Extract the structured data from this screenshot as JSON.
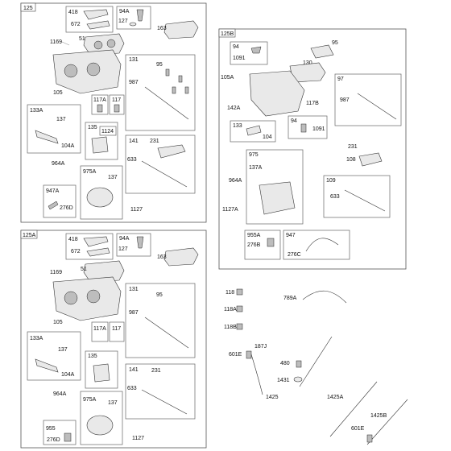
{
  "panels": {
    "p125": {
      "tag": "125"
    },
    "p125b": {
      "tag": "125B"
    },
    "p125a": {
      "tag": "125A"
    }
  },
  "labels_125": {
    "l418": "418",
    "l672": "672",
    "l94a": "94A",
    "l127": "127",
    "l163": "163",
    "l1169": "1169",
    "l51": "51",
    "l131": "131",
    "l95": "95",
    "l987": "987",
    "l105": "105",
    "l133a": "133A",
    "l137": "137",
    "l104a": "104A",
    "l117a": "117A",
    "l117": "117",
    "l135": "135",
    "l1124": "1124",
    "l141": "141",
    "l231": "231",
    "l633": "633",
    "l964a": "964A",
    "l975a": "975A",
    "l137b": "137",
    "l947a": "947A",
    "l276d": "276D",
    "l1127": "1127"
  },
  "labels_125b": {
    "l95": "95",
    "l94": "94",
    "l1091": "1091",
    "l130": "130",
    "l105a": "105A",
    "l97": "97",
    "l987": "987",
    "l142a": "142A",
    "l117b": "117B",
    "l133": "133",
    "l104": "104",
    "l94b": "94",
    "l1091b": "1091",
    "l975": "975",
    "l137a": "137A",
    "l231": "231",
    "l108": "108",
    "l964a": "964A",
    "l109": "109",
    "l633": "633",
    "l1127a": "1127A",
    "l955a": "955A",
    "l276b": "276B",
    "l947": "947",
    "l276c": "276C"
  },
  "labels_125a": {
    "l418": "418",
    "l672": "672",
    "l94a": "94A",
    "l127": "127",
    "l163": "163",
    "l1169": "1169",
    "l51": "51",
    "l131": "131",
    "l95": "95",
    "l987": "987",
    "l105": "105",
    "l133a": "133A",
    "l137": "137",
    "l104a": "104A",
    "l117a": "117A",
    "l117": "117",
    "l135": "135",
    "l141": "141",
    "l231": "231",
    "l633": "633",
    "l964a": "964A",
    "l975a": "975A",
    "l137b": "137",
    "l955": "955",
    "l276d": "276D",
    "l1127": "1127"
  },
  "labels_loose": {
    "l118": "118",
    "l118a": "118A",
    "l118b": "118B",
    "l789a": "789A",
    "l187j": "187J",
    "l601e": "601E",
    "l480": "480",
    "l1431": "1431",
    "l1425": "1425",
    "l1425a": "1425A",
    "l1425b": "1425B",
    "l601e2": "601E"
  }
}
